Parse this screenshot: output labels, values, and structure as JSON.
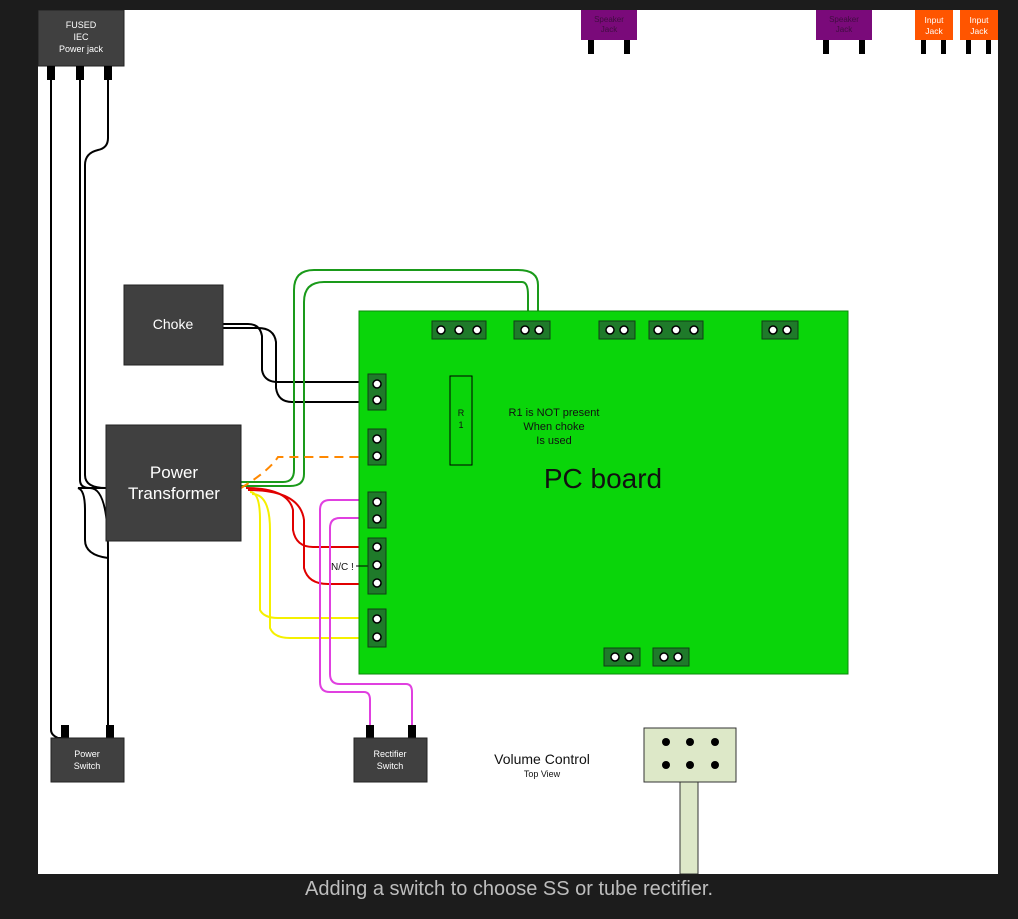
{
  "caption": "Adding a switch to choose SS or tube rectifier.",
  "components": {
    "iec_jack": {
      "line1": "FUSED",
      "line2": "IEC",
      "line3": "Power jack"
    },
    "speaker_jack_1": {
      "line1": "Speaker",
      "line2": "Jack"
    },
    "speaker_jack_2": {
      "line1": "Speaker",
      "line2": "Jack"
    },
    "input_jack_1": {
      "line1": "Input",
      "line2": "Jack"
    },
    "input_jack_2": {
      "line1": "Input",
      "line2": "Jack"
    },
    "choke": {
      "label": "Choke"
    },
    "power_transformer": {
      "line1": "Power",
      "line2": "Transformer"
    },
    "pc_board": {
      "label": "PC board"
    },
    "resistor": {
      "line1": "R",
      "line2": "1"
    },
    "note": {
      "line1": "R1 is NOT present",
      "line2": "When choke",
      "line3": "Is used"
    },
    "nc_label": "N/C !",
    "power_switch": {
      "line1": "Power",
      "line2": "Switch"
    },
    "rectifier_switch": {
      "line1": "Rectifier",
      "line2": "Switch"
    },
    "volume_control": {
      "title": "Volume Control",
      "subtitle": "Top View"
    }
  },
  "colors": {
    "board": "#0ad50a",
    "component_box": "#404040",
    "speaker_jack": "#7a0a7a",
    "input_jack": "#ff5500",
    "wire_black": "#000000",
    "wire_green": "#1a9a1a",
    "wire_red": "#e00000",
    "wire_yellow": "#f5f000",
    "wire_magenta": "#e040e0",
    "wire_orange": "#ff8800"
  }
}
